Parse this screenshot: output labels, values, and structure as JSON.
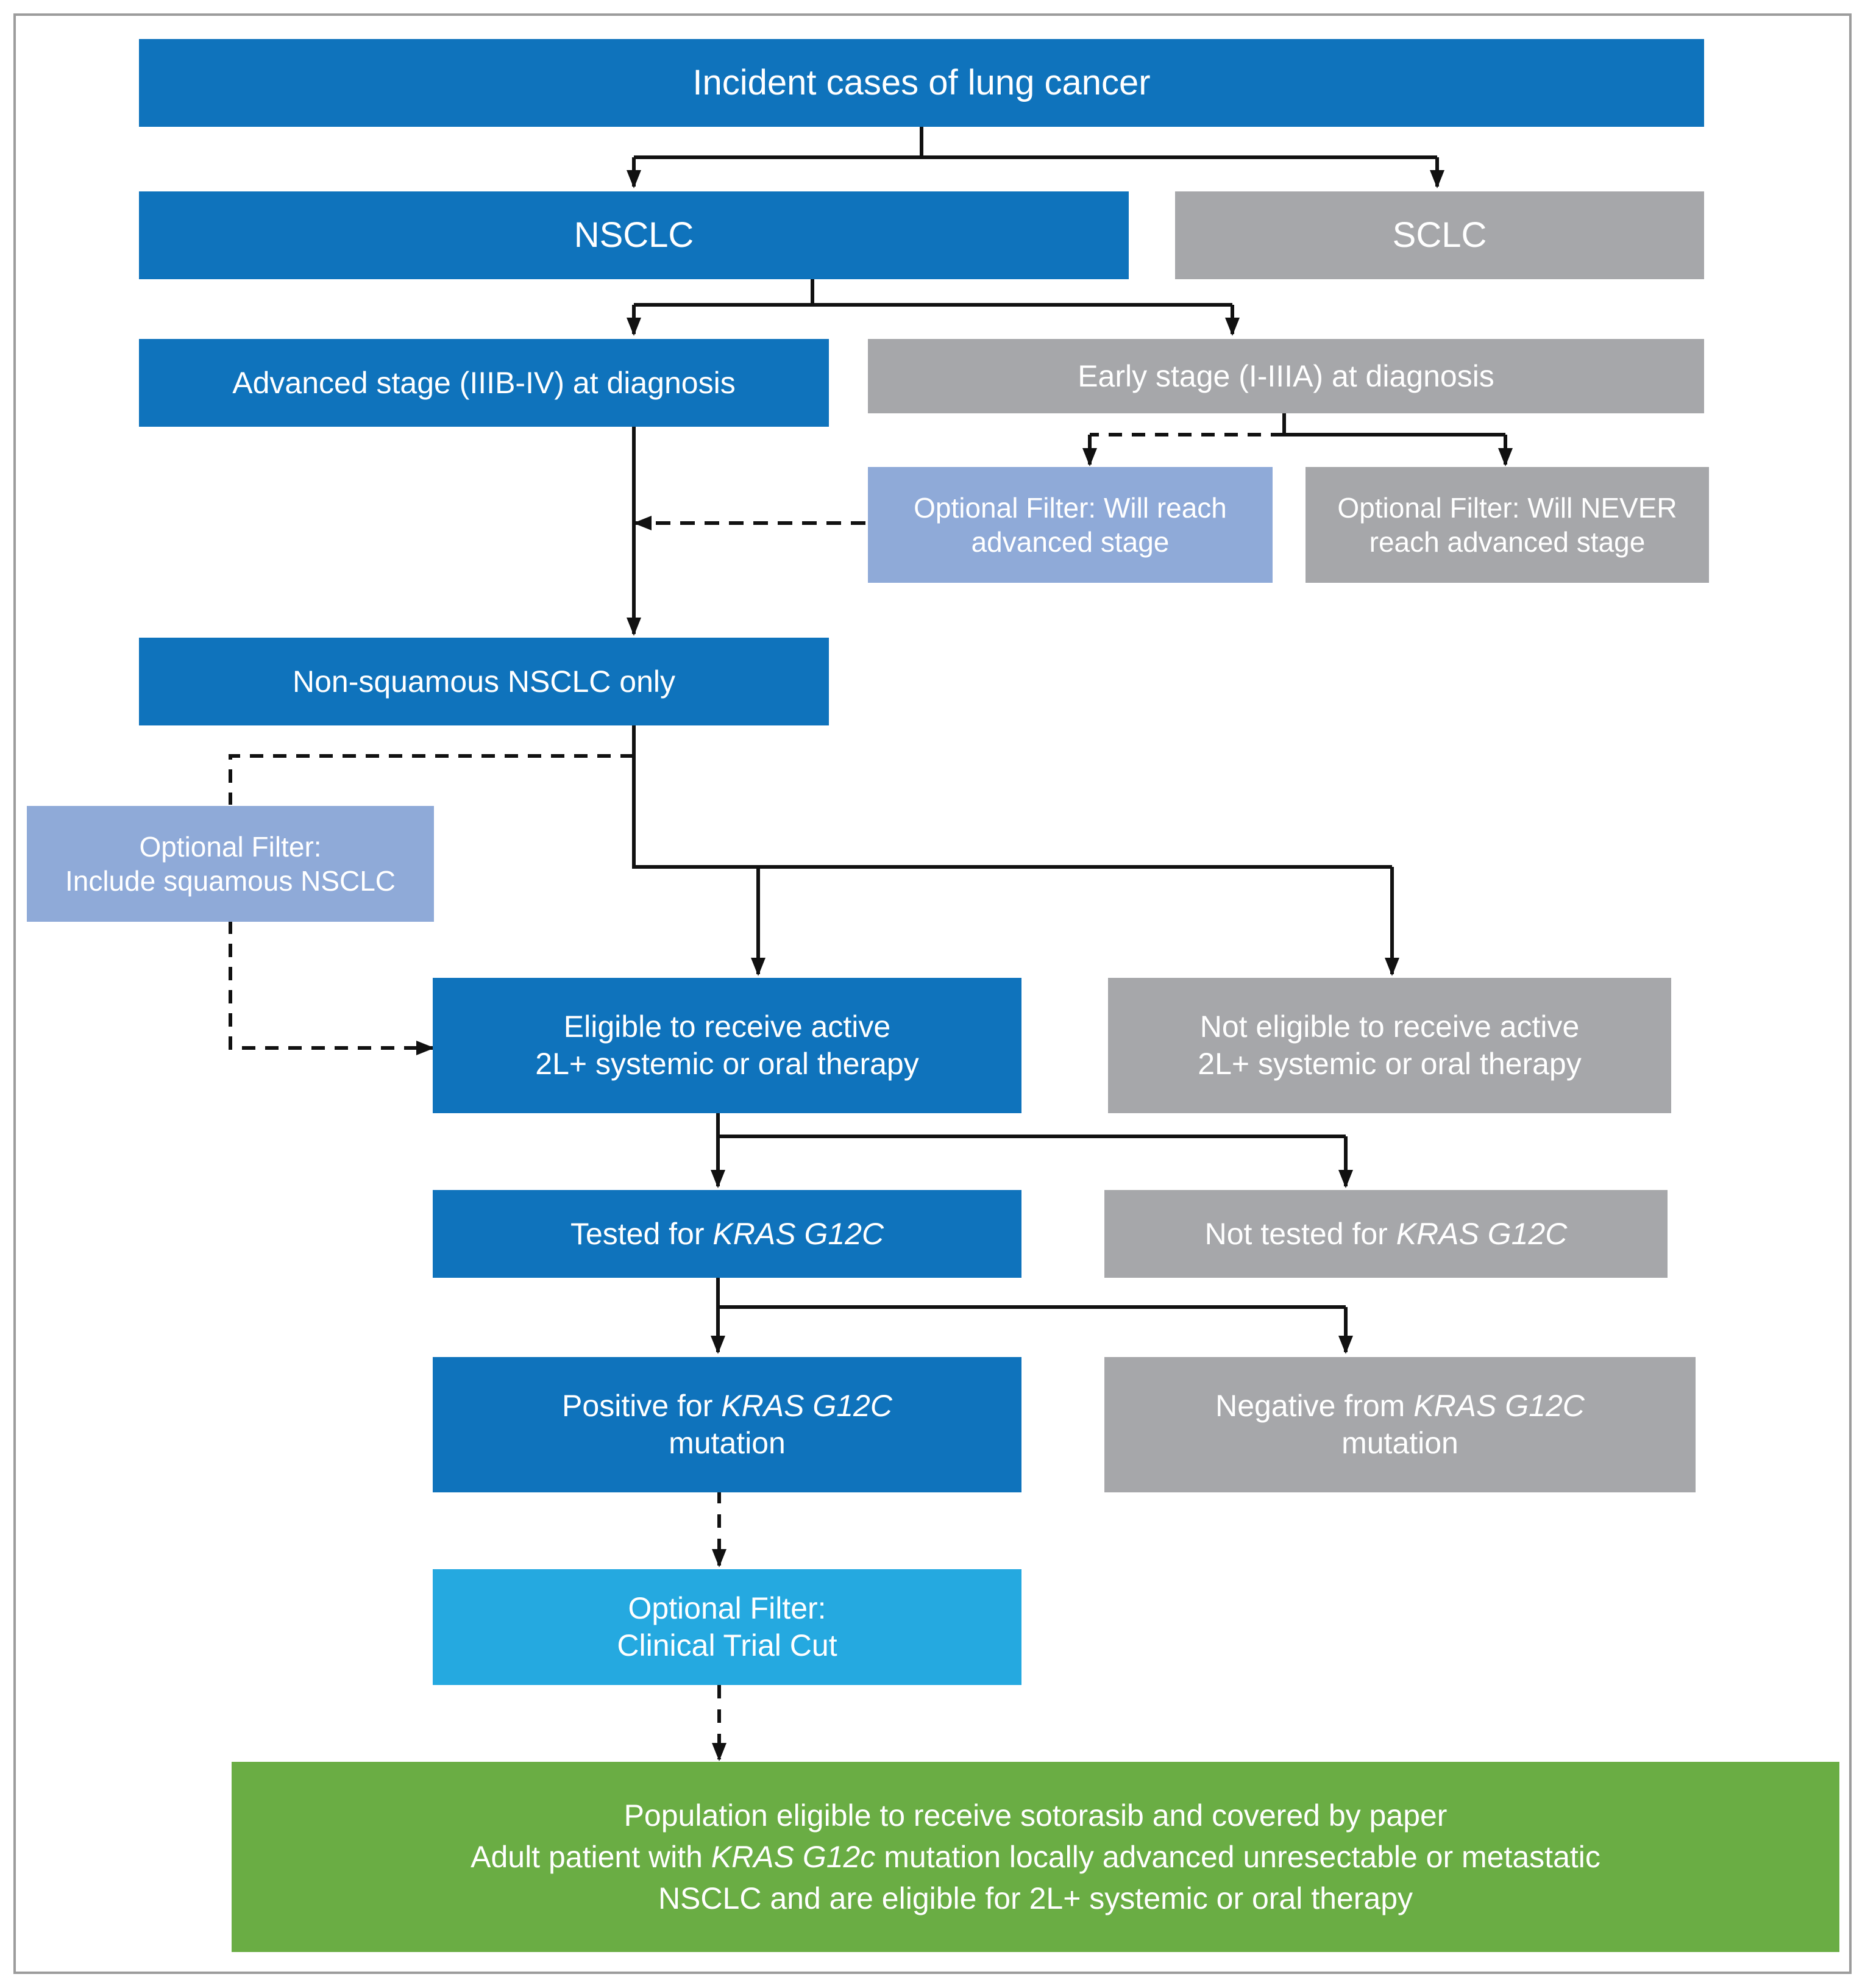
{
  "nodes": {
    "incident": "Incident cases of lung cancer",
    "nsclc": "NSCLC",
    "sclc": "SCLC",
    "advanced": "Advanced stage (IIIB-IV) at diagnosis",
    "early": "Early stage (I-IIIA) at diagnosis",
    "opt_will_reach": {
      "line1": "Optional Filter: Will reach",
      "line2": "advanced stage"
    },
    "opt_never_reach": {
      "line1": "Optional Filter: Will NEVER",
      "line2": "reach advanced stage"
    },
    "non_squamous": "Non-squamous NSCLC only",
    "opt_squamous": {
      "line1": "Optional Filter:",
      "line2": "Include squamous NSCLC"
    },
    "eligible": {
      "line1": "Eligible to receive active",
      "line2": "2L+ systemic or oral therapy"
    },
    "not_eligible": {
      "line1": "Not eligible to receive active",
      "line2": "2L+ systemic or oral therapy"
    },
    "tested": {
      "prefix": "Tested for ",
      "gene": "KRAS G12C"
    },
    "not_tested": {
      "prefix": "Not tested for ",
      "gene": "KRAS G12C"
    },
    "positive": {
      "prefix": "Positive for ",
      "gene": "KRAS G12C",
      "line2": "mutation"
    },
    "negative": {
      "prefix": "Negative from ",
      "gene": "KRAS G12C",
      "line2": "mutation"
    },
    "opt_trial": {
      "line1": "Optional Filter:",
      "line2": "Clinical Trial Cut"
    },
    "population": {
      "line1": "Population eligible to receive sotorasib and covered by paper",
      "line2_prefix": "Adult patient with ",
      "line2_gene": "KRAS G12c",
      "line2_suffix": " mutation locally advanced unresectable or metastatic",
      "line3": "NSCLC and are eligible for 2L+ systemic or oral therapy"
    }
  },
  "colors": {
    "primary_blue": "#0f73bc",
    "grey": "#a6a7aa",
    "optional_pale_blue": "#8faad8",
    "optional_cyan": "#25a9e0",
    "result_green": "#6aad44",
    "connector": "#111111",
    "frame": "#9c9c9c"
  }
}
